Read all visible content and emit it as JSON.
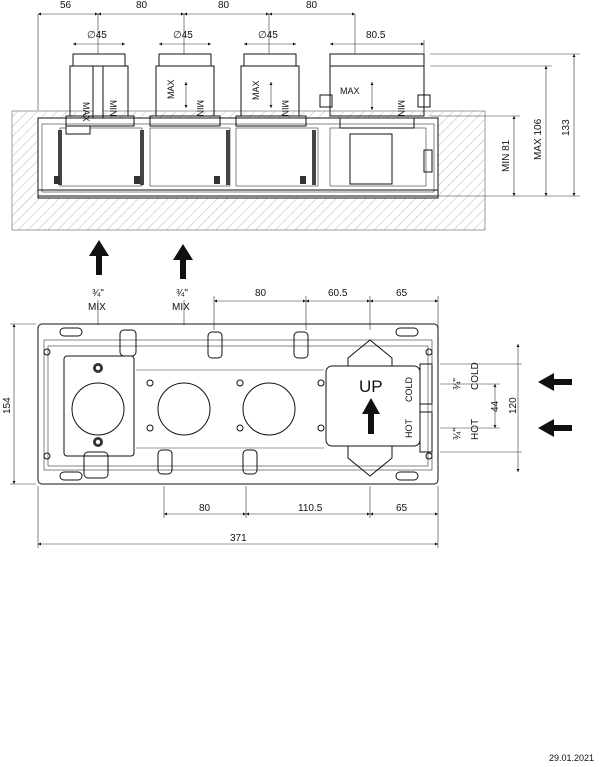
{
  "top_view": {
    "dims_top": [
      "56",
      "80",
      "80",
      "80",
      "80.5"
    ],
    "diameters": [
      "∅45",
      "∅45",
      "∅45"
    ],
    "cap_labels": {
      "max": "MAX",
      "min": "MIN"
    },
    "dims_right": [
      "MIN 81",
      "MAX 106",
      "133"
    ]
  },
  "front_view": {
    "port_labels": [
      {
        "size": "¾\"",
        "name": "MIX"
      },
      {
        "size": "¾\"",
        "name": "MIX"
      }
    ],
    "dims_top": [
      "80",
      "60.5",
      "65"
    ],
    "dims_bottom": [
      "80",
      "110.5",
      "65"
    ],
    "dim_total": "371",
    "dim_left": "154",
    "dims_right": [
      "120",
      "44"
    ],
    "inlet_cold": {
      "size": "¾\"",
      "name": "COLD"
    },
    "inlet_hot": {
      "size": "¾\"",
      "name": "HOT"
    },
    "box_text": {
      "up": "UP",
      "cold": "COLD",
      "hot": "HOT"
    }
  },
  "date": "29.01.2021"
}
